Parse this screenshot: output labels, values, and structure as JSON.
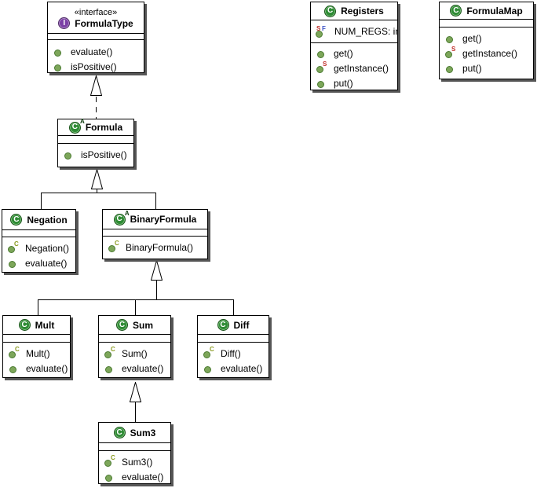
{
  "icons": {
    "class_letter": "C",
    "interface_letter": "I",
    "abstract_marker": "A",
    "constructor_marker": "C",
    "static_marker": "S",
    "final_marker": "F"
  },
  "colors": {
    "class_icon_green": "#2E8B34",
    "interface_icon_purple": "#7B3FA5",
    "method_dot_green": "#7DA65A",
    "constructor_olive": "#8A9A20",
    "static_red": "#C0302A",
    "final_blue": "#3B52C4",
    "box_shadow_gray": "#565656"
  },
  "classes": {
    "formula_type": {
      "stereotype": "«interface»",
      "name": "FormulaType",
      "kind": "interface",
      "methods": [
        {
          "label": "evaluate()",
          "visibility": "public"
        },
        {
          "label": "isPositive()",
          "visibility": "public"
        }
      ]
    },
    "registers": {
      "name": "Registers",
      "kind": "class",
      "fields": [
        {
          "label": "NUM_REGS: int",
          "modifiers": "static final"
        }
      ],
      "methods": [
        {
          "label": "get()",
          "visibility": "public"
        },
        {
          "label": "getInstance()",
          "visibility": "public",
          "modifiers": "static"
        },
        {
          "label": "put()",
          "visibility": "public"
        }
      ]
    },
    "formula_map": {
      "name": "FormulaMap",
      "kind": "class",
      "methods": [
        {
          "label": "get()",
          "visibility": "public"
        },
        {
          "label": "getInstance()",
          "visibility": "public",
          "modifiers": "static"
        },
        {
          "label": "put()",
          "visibility": "public"
        }
      ]
    },
    "formula": {
      "name": "Formula",
      "kind": "abstract-class",
      "methods": [
        {
          "label": "isPositive()",
          "visibility": "public"
        }
      ]
    },
    "negation": {
      "name": "Negation",
      "kind": "class",
      "methods": [
        {
          "label": "Negation()",
          "kind": "constructor"
        },
        {
          "label": "evaluate()",
          "visibility": "public"
        }
      ]
    },
    "binary_formula": {
      "name": "BinaryFormula",
      "kind": "abstract-class",
      "methods": [
        {
          "label": "BinaryFormula()",
          "kind": "constructor"
        }
      ]
    },
    "mult": {
      "name": "Mult",
      "kind": "class",
      "methods": [
        {
          "label": "Mult()",
          "kind": "constructor"
        },
        {
          "label": "evaluate()",
          "visibility": "public"
        }
      ]
    },
    "sum": {
      "name": "Sum",
      "kind": "class",
      "methods": [
        {
          "label": "Sum()",
          "kind": "constructor"
        },
        {
          "label": "evaluate()",
          "visibility": "public"
        }
      ]
    },
    "diff": {
      "name": "Diff",
      "kind": "class",
      "methods": [
        {
          "label": "Diff()",
          "kind": "constructor"
        },
        {
          "label": "evaluate()",
          "visibility": "public"
        }
      ]
    },
    "sum3": {
      "name": "Sum3",
      "kind": "class",
      "methods": [
        {
          "label": "Sum3()",
          "kind": "constructor"
        },
        {
          "label": "evaluate()",
          "visibility": "public"
        }
      ]
    }
  },
  "relationships": [
    {
      "from": "Formula",
      "to": "FormulaType",
      "type": "realization"
    },
    {
      "from": "Negation",
      "to": "Formula",
      "type": "generalization"
    },
    {
      "from": "BinaryFormula",
      "to": "Formula",
      "type": "generalization"
    },
    {
      "from": "Mult",
      "to": "BinaryFormula",
      "type": "generalization"
    },
    {
      "from": "Sum",
      "to": "BinaryFormula",
      "type": "generalization"
    },
    {
      "from": "Diff",
      "to": "BinaryFormula",
      "type": "generalization"
    },
    {
      "from": "Sum3",
      "to": "Sum",
      "type": "generalization"
    }
  ]
}
